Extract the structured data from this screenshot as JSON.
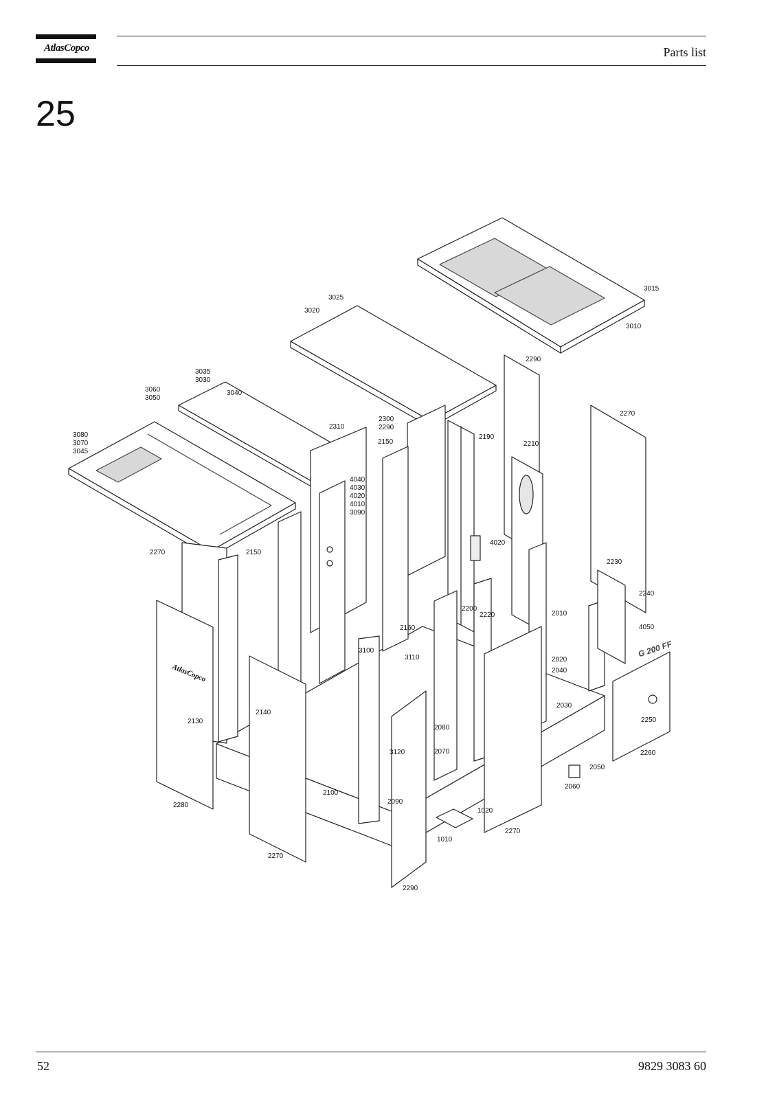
{
  "header": {
    "brand": "AtlasCopco",
    "title": "Parts list"
  },
  "section_number": "25",
  "footer": {
    "page_number": "52",
    "document_number": "9829 3083 60"
  },
  "diagram": {
    "panel_logo": "AtlasCopco",
    "model_decal": "G 200 FF",
    "callouts": [
      "3015",
      "3010",
      "3025",
      "3020",
      "3035",
      "3030",
      "3040",
      "3060",
      "3050",
      "3080",
      "3070",
      "3045",
      "2310",
      "2300",
      "2290",
      "2150",
      "2190",
      "2290",
      "2210",
      "2270",
      "4040",
      "4030",
      "4020",
      "4010",
      "3090",
      "2270",
      "2150",
      "4020",
      "2230",
      "2240",
      "2200",
      "2160",
      "2220",
      "2010",
      "4050",
      "3100",
      "3110",
      "2020",
      "2040",
      "2130",
      "2140",
      "2030",
      "2080",
      "2250",
      "3120",
      "2070",
      "2260",
      "2050",
      "2060",
      "2100",
      "2090",
      "1020",
      "2280",
      "1010",
      "2270",
      "2270",
      "2290"
    ]
  }
}
